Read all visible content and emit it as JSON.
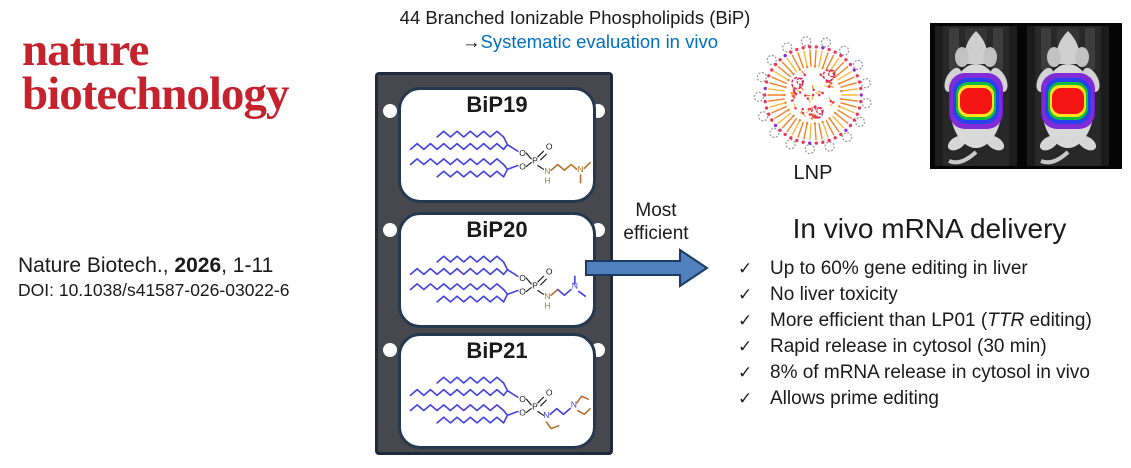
{
  "journal_logo": {
    "line1": "nature",
    "line2": "biotechnology"
  },
  "citation": {
    "journal": "Nature Biotech., ",
    "year": "2026",
    "pages": ", 1-11",
    "doi": "DOI: 10.1038/s41587-026-03022-6"
  },
  "header": {
    "title": "44 Branched Ionizable Phospholipids (BiP)",
    "arrow": "→",
    "subtitle": "Systematic evaluation in vivo"
  },
  "panel": {
    "cards": [
      {
        "label": "BiP19"
      },
      {
        "label": "BiP20"
      },
      {
        "label": "BiP21"
      }
    ]
  },
  "arrow": {
    "label_line1": "Most",
    "label_line2": "efficient"
  },
  "lnp": {
    "label": "LNP"
  },
  "delivery": {
    "title": "In vivo mRNA delivery",
    "check": "✓",
    "bullets": [
      {
        "pre": "Up to 60% gene editing in liver",
        "it": "",
        "post": ""
      },
      {
        "pre": "No liver toxicity",
        "it": "",
        "post": ""
      },
      {
        "pre": "More efficient than LP01 (",
        "it": "TTR",
        "post": " editing)"
      },
      {
        "pre": "Rapid release in cytosol (30 min)",
        "it": "",
        "post": ""
      },
      {
        "pre": "8% of mRNA release in cytosol in vivo",
        "it": "",
        "post": ""
      },
      {
        "pre": "Allows prime editing",
        "it": "",
        "post": ""
      }
    ]
  },
  "colors": {
    "accent_blue": "#0070C0",
    "journal_red": "#C4232E",
    "arrow_fill": "#4F81BD",
    "arrow_stroke": "#1E3A62",
    "chain_blue": "#4343DF",
    "amine_orange": "#B5722D"
  }
}
